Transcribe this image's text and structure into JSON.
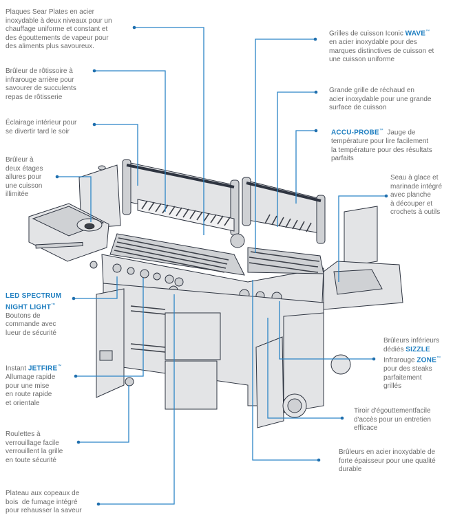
{
  "diagram": {
    "subject": "Barbecue features diagram",
    "accent_color": "#1e7ec0",
    "text_color": "#6b6b6b"
  },
  "callouts": [
    {
      "id": "sear-plates",
      "lines": [
        "Plaques Sear Plates en acier",
        "inoxydable à deux niveaux pour un",
        "chauffage uniforme et constant et",
        "des égouttements de vapeur pour",
        "des aliments plus savoureux."
      ]
    },
    {
      "id": "rotisserie-burner",
      "lines": [
        "Brûleur de rôtissoire à",
        "infrarouge arrière pour",
        "savourer de succulents",
        "repas de rôtisserie"
      ]
    },
    {
      "id": "interior-lighting",
      "lines": [
        "Éclairage intérieur pour",
        "se divertir tard le soir"
      ]
    },
    {
      "id": "side-burner",
      "lines": [
        "Brûleur à",
        "deux étages",
        "allures pour",
        "une cuisson",
        "illimitée"
      ]
    },
    {
      "id": "led-spectrum",
      "highlight": "LED SPECTRUM",
      "highlight2": "NIGHT LIGHT",
      "tm": "™",
      "lines": [
        "Boutons de",
        "commande avec",
        "lueur de sécurité"
      ]
    },
    {
      "id": "jetfire",
      "prefix": "Instant ",
      "highlight": "JETFIRE",
      "tm": "™",
      "lines": [
        "Allumage rapide",
        "pour une mise",
        "en route rapide",
        "et orientale"
      ]
    },
    {
      "id": "casters",
      "lines": [
        "Roulettes à",
        "verrouillage facile",
        "verrouillent la grille",
        "en toute sécurité"
      ]
    },
    {
      "id": "smoker-tray",
      "lines": [
        "Plateau aux copeaux de",
        "bois  de fumage intégré",
        "pour rehausser la saveur"
      ]
    },
    {
      "id": "wave-grids",
      "prefix": "Grilles de cuisson Iconic ",
      "highlight": "WAVE",
      "tm": "™",
      "lines": [
        "en acier inoxydable pour des",
        "marques distinctives de cuisson et",
        "une cuisson uniforme"
      ]
    },
    {
      "id": "warming-rack",
      "lines": [
        "Grande grille de réchaud en",
        "acier inoxydable pour une grande",
        "surface de cuisson"
      ]
    },
    {
      "id": "accu-probe",
      "highlight": "ACCU-PROBE",
      "tm": "™",
      "suffix": "  Jauge de",
      "lines": [
        "température pour lire facilement",
        "la température pour des résultats",
        "parfaits"
      ]
    },
    {
      "id": "ice-bucket",
      "lines": [
        "Seau à glace et",
        "marinade intégré",
        "avec planche",
        "à découper et",
        "crochets à outils"
      ]
    },
    {
      "id": "sizzle-zone",
      "line0": "Brûleurs inférieurs",
      "prefix": "dédiés ",
      "highlight": "SIZZLE",
      "prefix2": "Infrarouge ",
      "highlight2": "ZONE",
      "tm": "™",
      "lines": [
        "pour des steaks",
        "parfaitement",
        "grillés"
      ]
    },
    {
      "id": "drip-tray",
      "lines": [
        "Tiroir d'égouttementfacile",
        "d'accès pour un entretien",
        "efficace"
      ]
    },
    {
      "id": "burners",
      "lines": [
        "Brûleurs en acier inoxydable de",
        "forte épaisseur pour une qualité",
        "durable"
      ]
    }
  ]
}
